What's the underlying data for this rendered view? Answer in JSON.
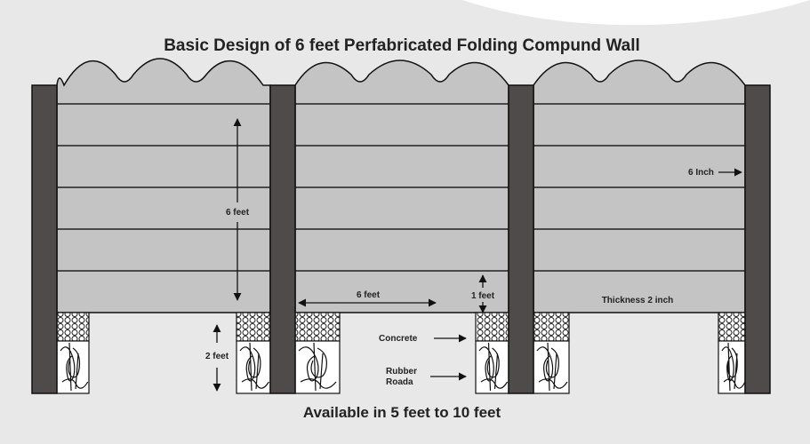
{
  "title": "Basic Design of 6 feet Perfabricated Folding Compund Wall",
  "footer": "Available in 5 feet to 10 feet",
  "labels": {
    "panel_height": "6 feet",
    "panel_width": "6 feet",
    "panel_slab": "1 feet",
    "post_width": "6 Inch",
    "thickness": "Thickness 2 inch",
    "foundation_depth": "2 feet",
    "concrete": "Concrete",
    "rubber_line1": "Rubber",
    "rubber_line2": "Roada"
  },
  "colors": {
    "background": "#e8e8e8",
    "panel": "#c4c4c4",
    "post": "#4f4b4b",
    "outline": "#111111",
    "text": "#222222"
  }
}
